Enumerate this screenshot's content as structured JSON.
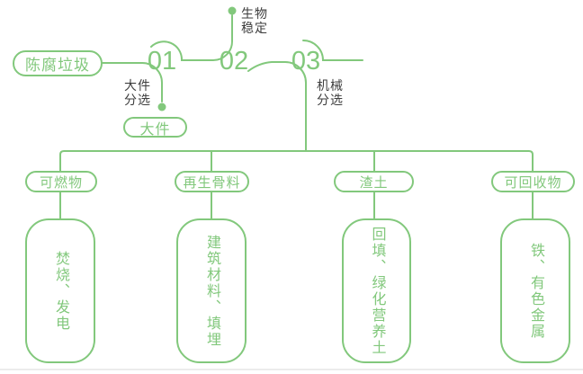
{
  "diagram": {
    "title_semantic": "aged-waste-sorting-flow",
    "source": "陈腐垃圾",
    "stages": [
      {
        "number": "01",
        "label": "大件\n分选",
        "output": "大件"
      },
      {
        "number": "02",
        "label": "生物\n稳定"
      },
      {
        "number": "03",
        "label": "机械\n分选"
      }
    ],
    "branches": [
      {
        "category": "可燃物",
        "destination": "焚烧、发电"
      },
      {
        "category": "再生骨料",
        "destination": "建筑材料、填埋"
      },
      {
        "category": "渣土",
        "destination": "回填、绿化营养土"
      },
      {
        "category": "可回收物",
        "destination": "铁、有色金属"
      }
    ],
    "colors": {
      "line_green": "#82c87c",
      "label_dark": "#3d3d3d",
      "background": "#ffffff",
      "bottom_rule": "#ececec"
    }
  }
}
